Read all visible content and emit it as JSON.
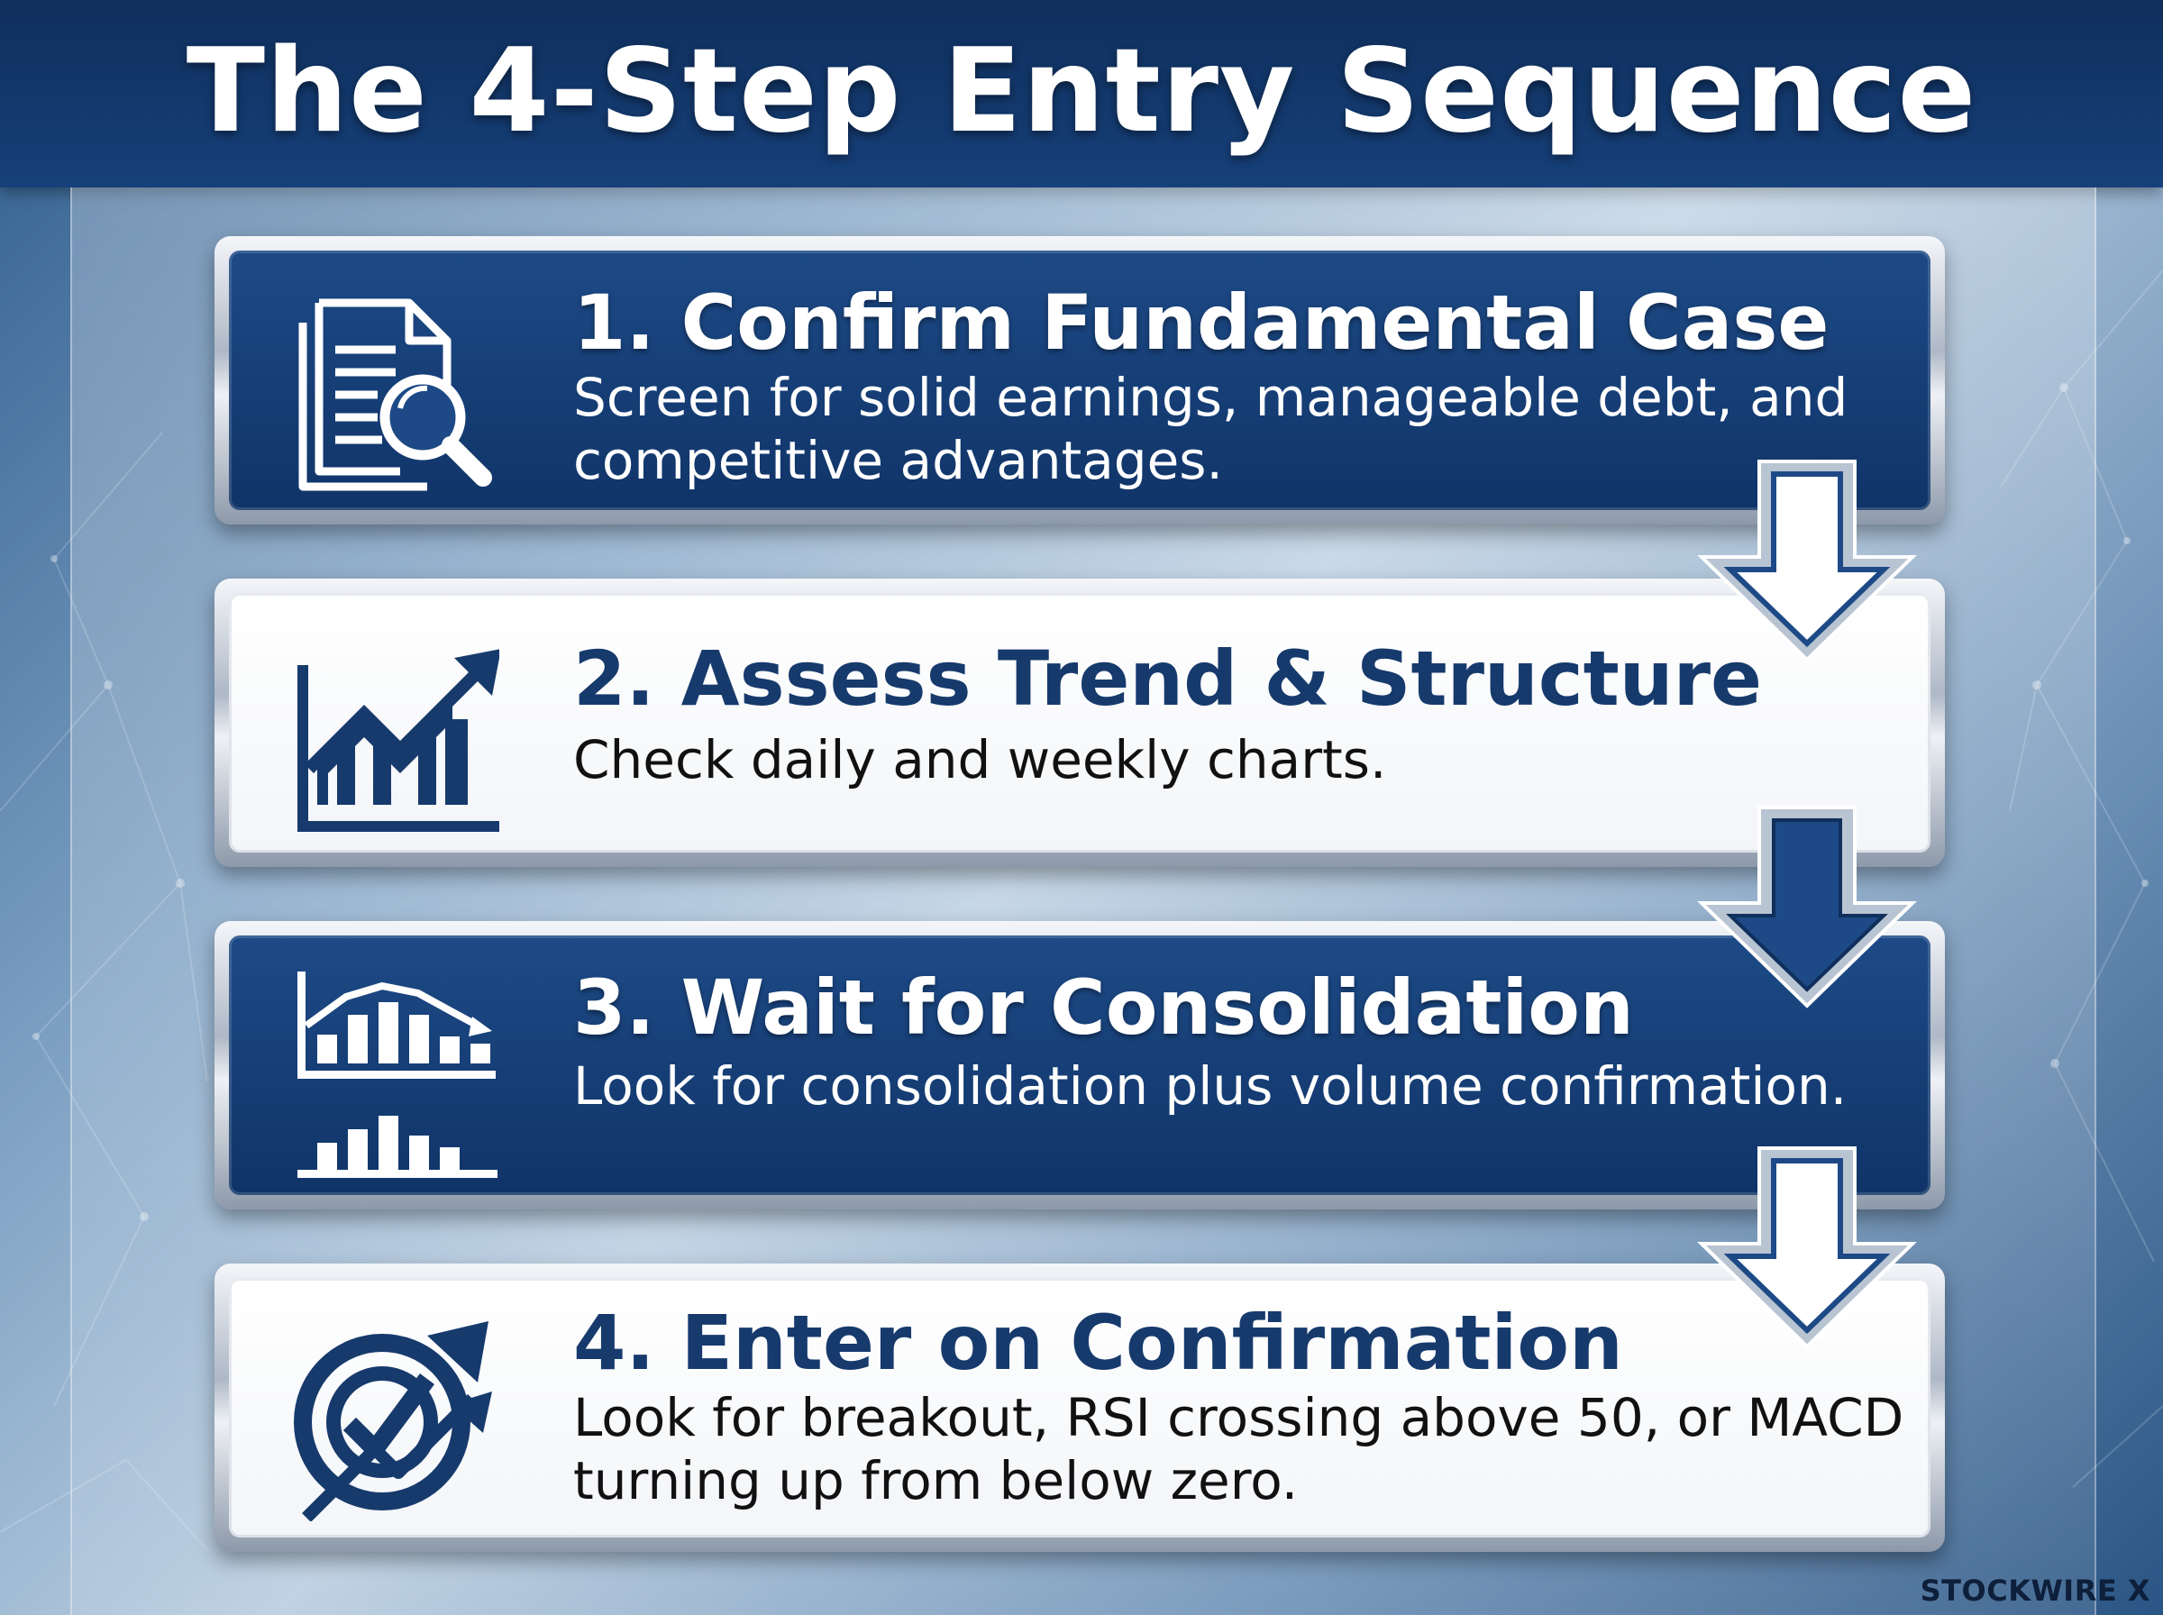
{
  "title": "The 4-Step Entry Sequence",
  "steps": [
    {
      "title": "1. Confirm Fundamental Case",
      "description": "Screen for solid earnings, manageable debt, and competitive advantages.",
      "icon": "document-magnifier-icon",
      "style": "dark"
    },
    {
      "title": "2. Assess Trend & Structure",
      "description": "Check daily and weekly charts.",
      "icon": "trend-up-chart-icon",
      "style": "light"
    },
    {
      "title": "3. Wait for Consolidation",
      "description": "Look for consolidation plus volume confirmation.",
      "icon": "bar-volume-chart-icon",
      "style": "dark"
    },
    {
      "title": "4. Enter on Confirmation",
      "description": "Look for breakout, RSI crossing above 50, or MACD turning up from below zero.",
      "icon": "target-check-arrow-icon",
      "style": "light"
    }
  ],
  "brand": "STOCKWIRE X",
  "colors": {
    "navy": "#16407a",
    "dark_card": "#1d4a86",
    "light_card": "#ffffff",
    "title_light": "#173a6c"
  }
}
